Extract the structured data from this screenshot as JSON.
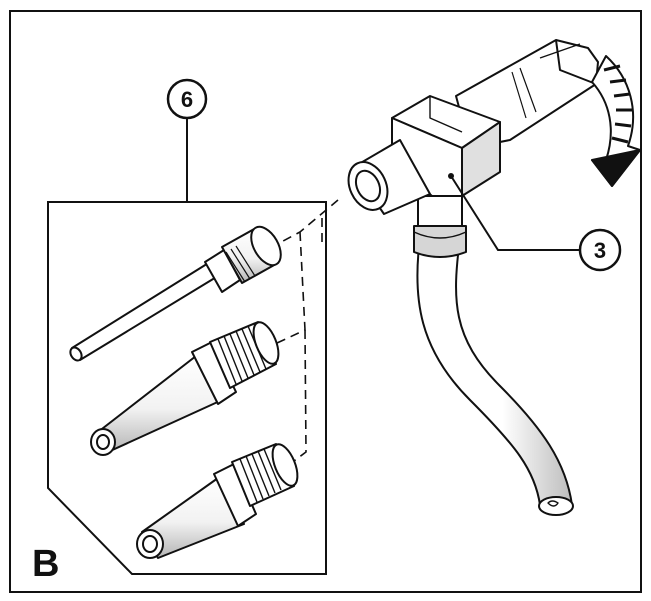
{
  "callouts": {
    "adapter_set": "6",
    "pump_head": "3"
  },
  "panel_label": "B",
  "colors": {
    "ink": "#111111",
    "paper": "#ffffff",
    "shade": "#cfcfcf"
  }
}
